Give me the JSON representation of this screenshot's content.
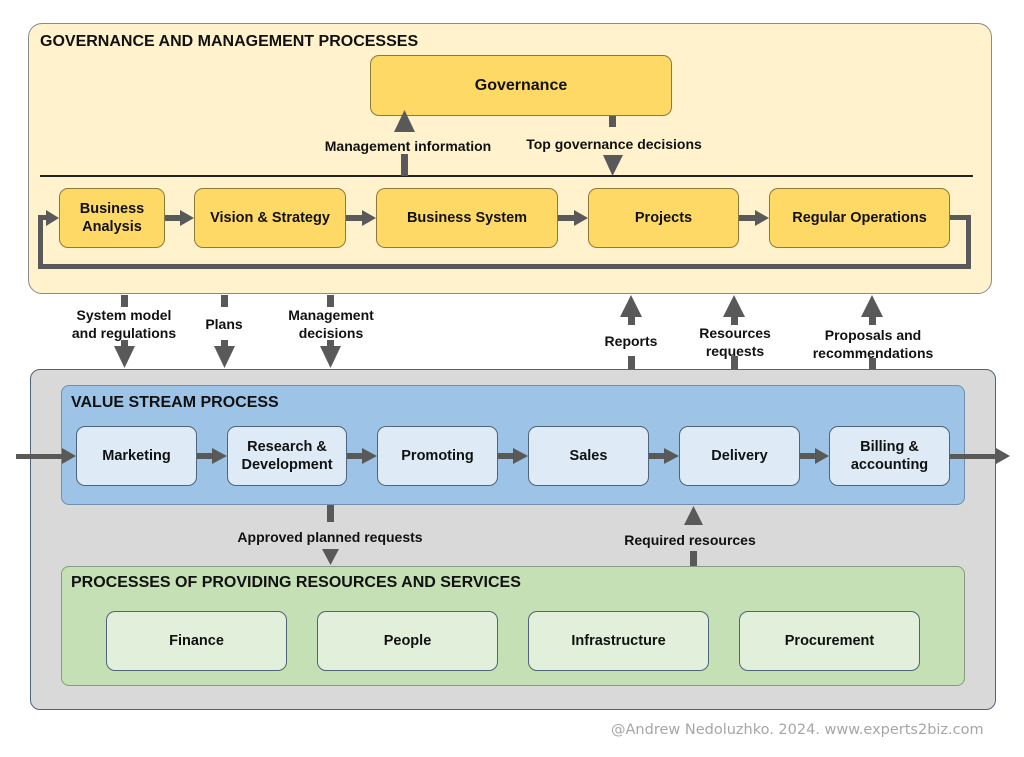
{
  "governance_panel": {
    "title": "GOVERNANCE AND MANAGEMENT PROCESSES",
    "governance_node": "Governance",
    "management_information_label": "Management information",
    "top_governance_decisions_label": "Top governance decisions",
    "cycle": [
      {
        "id": "business-analysis",
        "label": "Business\nAnalysis"
      },
      {
        "id": "vision-strategy",
        "label": "Vision & Strategy"
      },
      {
        "id": "business-system",
        "label": "Business System"
      },
      {
        "id": "projects",
        "label": "Projects"
      },
      {
        "id": "regular-operations",
        "label": "Regular Operations"
      }
    ]
  },
  "interface_flows": {
    "down": [
      {
        "id": "system-model",
        "label": "System model\nand regulations"
      },
      {
        "id": "plans",
        "label": "Plans"
      },
      {
        "id": "management-decisions",
        "label": "Management\ndecisions"
      }
    ],
    "up": [
      {
        "id": "reports",
        "label": "Reports"
      },
      {
        "id": "resources-requests",
        "label": "Resources\nrequests"
      },
      {
        "id": "proposals",
        "label": "Proposals and\nrecommendations"
      }
    ]
  },
  "value_stream": {
    "title": "VALUE STREAM PROCESS",
    "steps": [
      {
        "id": "marketing",
        "label": "Marketing"
      },
      {
        "id": "research-development",
        "label": "Research &\nDevelopment"
      },
      {
        "id": "promoting",
        "label": "Promoting"
      },
      {
        "id": "sales",
        "label": "Sales"
      },
      {
        "id": "delivery",
        "label": "Delivery"
      },
      {
        "id": "billing-accounting",
        "label": "Billing &\naccounting"
      }
    ],
    "approved_planned_requests_label": "Approved planned requests",
    "required_resources_label": "Required resources"
  },
  "resources": {
    "title": "PROCESSES OF PROVIDING RESOURCES AND SERVICES",
    "items": [
      {
        "id": "finance",
        "label": "Finance"
      },
      {
        "id": "people",
        "label": "People"
      },
      {
        "id": "infrastructure",
        "label": "Infrastructure"
      },
      {
        "id": "procurement",
        "label": "Procurement"
      }
    ]
  },
  "footer": "@Andrew Nedoluzhko. 2024. www.experts2biz.com",
  "colors": {
    "governance_fill": "#fff2cc",
    "governance_node": "#ffd966",
    "value_stream_fill": "#9dc3e6",
    "value_stream_node": "#deebf7",
    "resources_fill": "#c5e0b4",
    "resources_node": "#e2efda",
    "outer_fill": "#d9d9d9",
    "arrow": "#595959"
  }
}
